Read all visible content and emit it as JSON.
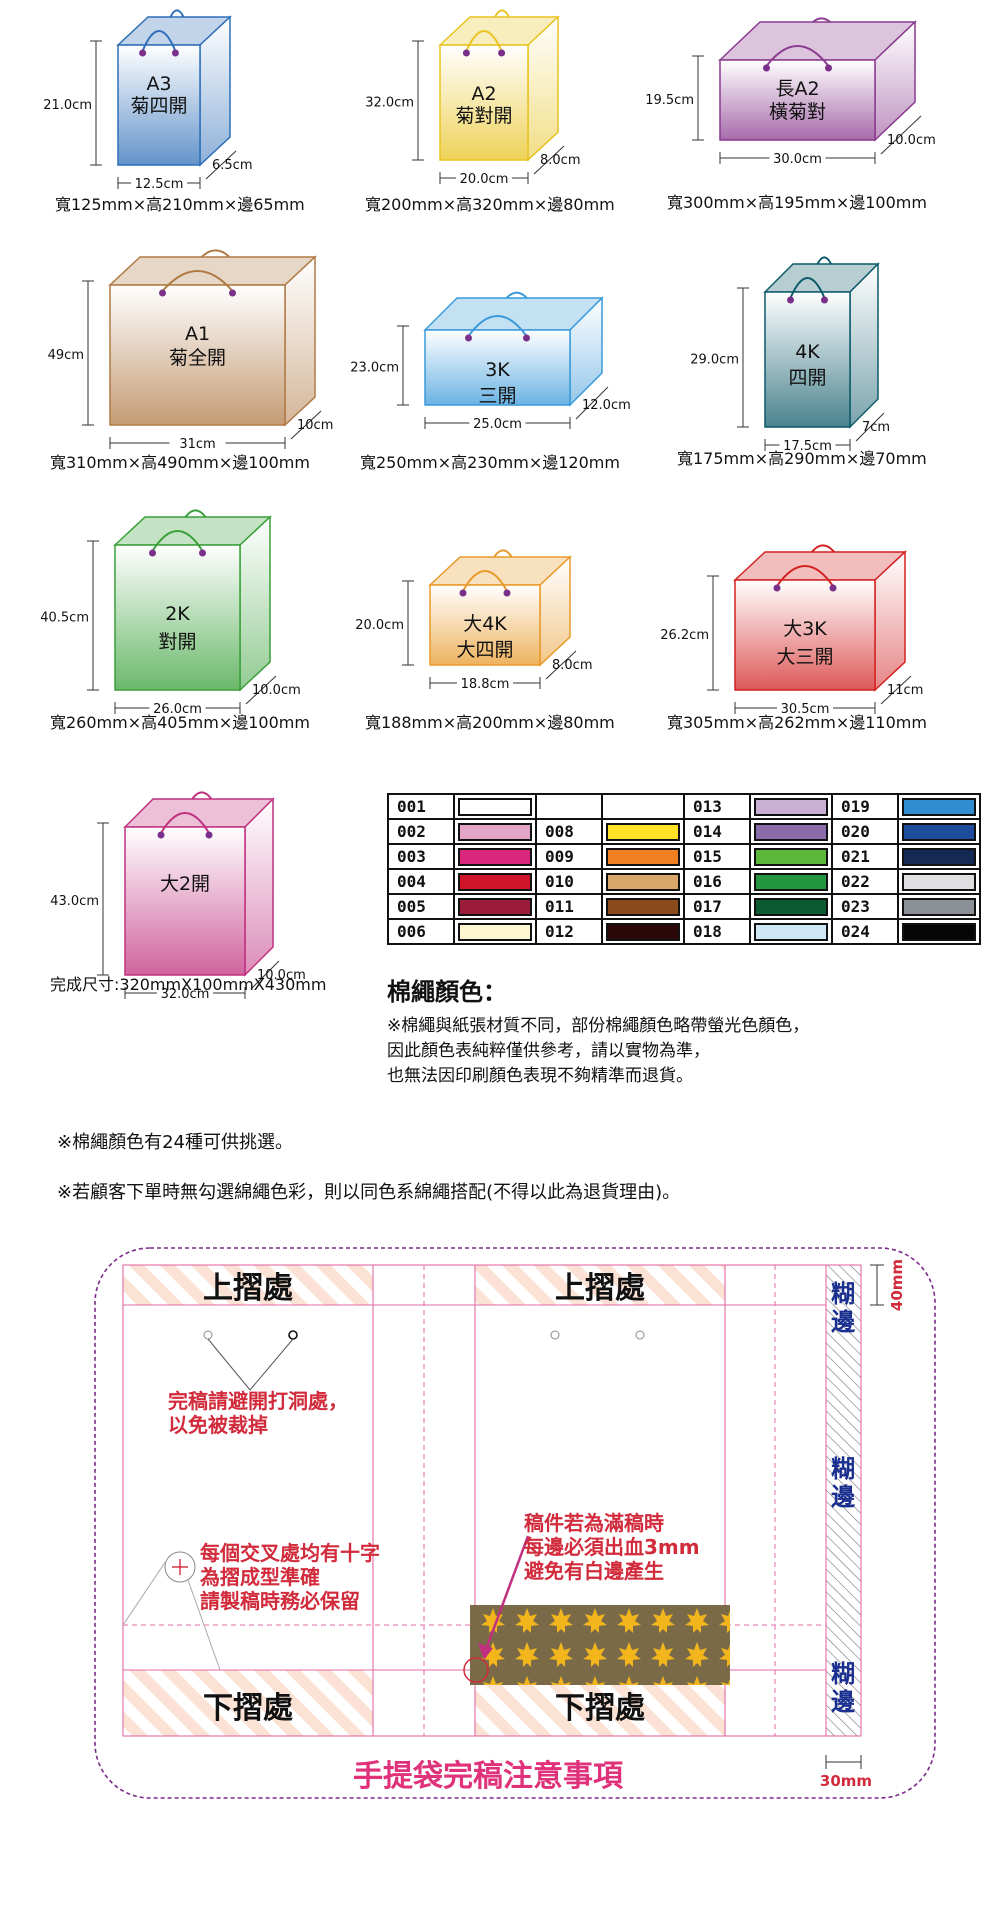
{
  "bags": [
    {
      "id": "a3",
      "label1": "A3",
      "label2": "菊四開",
      "h": "21.0cm",
      "w": "12.5cm",
      "d": "6.5cm",
      "caption": "寬125mm×高210mm×邊65mm",
      "color": "#2f6fb8"
    },
    {
      "id": "a2",
      "label1": "A2",
      "label2": "菊對開",
      "h": "32.0cm",
      "w": "20.0cm",
      "d": "8.0cm",
      "caption": "寬200mm×高320mm×邊80mm",
      "color": "#e8c321"
    },
    {
      "id": "la2",
      "label1": "長A2",
      "label2": "橫菊對",
      "h": "19.5cm",
      "w": "30.0cm",
      "d": "10.0cm",
      "caption": "寬300mm×高195mm×邊100mm",
      "color": "#8a3a8f"
    },
    {
      "id": "a1",
      "label1": "A1",
      "label2": "菊全開",
      "h": "49cm",
      "w": "31cm",
      "d": "10cm",
      "caption": "寬310mm×高490mm×邊100mm",
      "color": "#b07a45"
    },
    {
      "id": "k3",
      "label1": "3K",
      "label2": "三開",
      "h": "23.0cm",
      "w": "25.0cm",
      "d": "12.0cm",
      "caption": "寬250mm×高230mm×邊120mm",
      "color": "#3a9ad9"
    },
    {
      "id": "k4",
      "label1": "4K",
      "label2": "四開",
      "h": "29.0cm",
      "w": "17.5cm",
      "d": "7cm",
      "caption": "寬175mm×高290mm×邊70mm",
      "color": "#0d5a6a"
    },
    {
      "id": "k2",
      "label1": "2K",
      "label2": "對開",
      "h": "40.5cm",
      "w": "26.0cm",
      "d": "10.0cm",
      "caption": "寬260mm×高405mm×邊100mm",
      "color": "#3aa03a"
    },
    {
      "id": "b4k",
      "label1": "大4K",
      "label2": "大四開",
      "h": "20.0cm",
      "w": "18.8cm",
      "d": "8.0cm",
      "caption": "寬188mm×高200mm×邊80mm",
      "color": "#e89a2a"
    },
    {
      "id": "b3k",
      "label1": "大3K",
      "label2": "大三開",
      "h": "26.2cm",
      "w": "30.5cm",
      "d": "11cm",
      "caption": "寬305mm×高262mm×邊110mm",
      "color": "#d32222"
    },
    {
      "id": "b2",
      "label1": "大2開",
      "label2": "",
      "h": "43.0cm",
      "w": "32.0cm",
      "d": "10.0cm",
      "caption": "完成尺寸:320mmX100mmX430mm",
      "color": "#c0307e"
    }
  ],
  "color_table": {
    "rows": [
      [
        {
          "code": "001",
          "color": "#ffffff"
        },
        {
          "code": "",
          "color": ""
        },
        {
          "code": "013",
          "color": "#c9afd3"
        },
        {
          "code": "019",
          "color": "#2f8ed0"
        }
      ],
      [
        {
          "code": "002",
          "color": "#e3a6c8"
        },
        {
          "code": "008",
          "color": "#ffe226"
        },
        {
          "code": "014",
          "color": "#8a6ca8"
        },
        {
          "code": "020",
          "color": "#1e4b9c"
        }
      ],
      [
        {
          "code": "003",
          "color": "#d9267d"
        },
        {
          "code": "009",
          "color": "#f07f22"
        },
        {
          "code": "015",
          "color": "#5cb83a"
        },
        {
          "code": "021",
          "color": "#142a52"
        }
      ],
      [
        {
          "code": "004",
          "color": "#d0152b"
        },
        {
          "code": "010",
          "color": "#d9a868"
        },
        {
          "code": "016",
          "color": "#23963f"
        },
        {
          "code": "022",
          "color": "#e0e0e3"
        }
      ],
      [
        {
          "code": "005",
          "color": "#9a1c3a"
        },
        {
          "code": "011",
          "color": "#8a4a1c"
        },
        {
          "code": "017",
          "color": "#0c5a2f"
        },
        {
          "code": "023",
          "color": "#8a9096"
        }
      ],
      [
        {
          "code": "006",
          "color": "#fff6d2"
        },
        {
          "code": "012",
          "color": "#2a0808"
        },
        {
          "code": "018",
          "color": "#cfe8f6"
        },
        {
          "code": "024",
          "color": "#050505"
        }
      ]
    ]
  },
  "rope": {
    "heading": "棉繩顏色：",
    "note_lines": [
      "※棉繩與紙張材質不同，部份棉繩顏色略帶螢光色顏色，",
      "因此顏色表純粹僅供參考，請以實物為準，",
      "也無法因印刷顏色表現不夠精準而退貨。"
    ],
    "note_24": "※棉繩顏色有24種可供挑選。",
    "note_default": "※若顧客下單時無勾選綿繩色彩，則以同色系綿繩搭配(不得以此為退貨理由)。"
  },
  "template": {
    "top_fold": "上摺處",
    "bottom_fold": "下摺處",
    "glue": "糊邊",
    "dim_40": "40mm",
    "dim_30": "30mm",
    "hole_note": [
      "完稿請避開打洞處，",
      "以免被裁掉"
    ],
    "cross_note": [
      "每個交叉處均有十字",
      "為摺成型準確",
      "請製稿時務必保留"
    ],
    "bleed_note": [
      "稿件若為滿稿時",
      "每邊必須出血3mm",
      "避免有白邊產生"
    ],
    "title": "手提袋完稿注意事項",
    "accent": "#d12b3c",
    "title_color": "#e0327a",
    "glue_color": "#1a2f8f"
  }
}
